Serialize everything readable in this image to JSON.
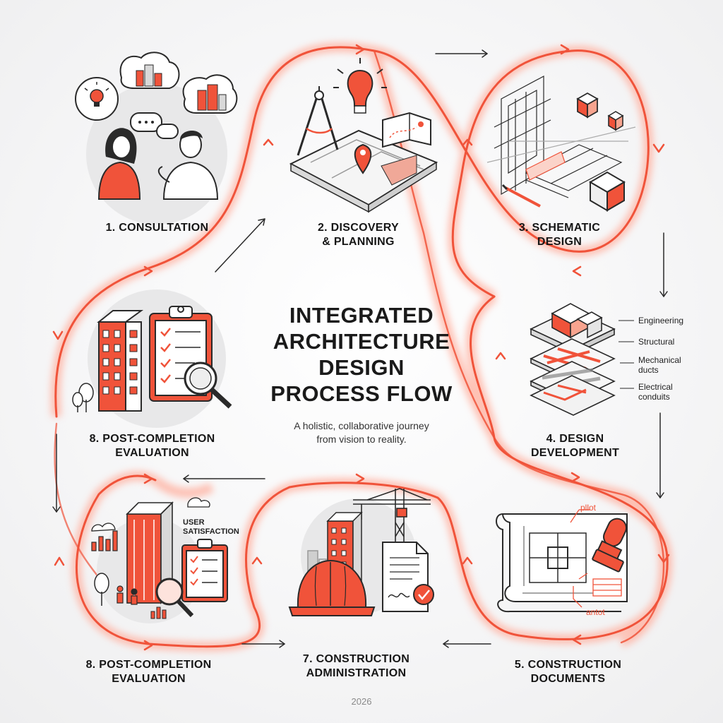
{
  "title": "INTEGRATED\nARCHITECTURE\nDESIGN\nPROCESS FLOW",
  "subtitle": "A holistic, collaborative journey\nfrom vision to reality.",
  "steps": [
    {
      "label": "1. CONSULTATION"
    },
    {
      "label": "2. DISCOVERY\n& PLANNING"
    },
    {
      "label": "3. SCHEMATIC\nDESIGN"
    },
    {
      "label": "4. DESIGN\nDEVELOPMENT"
    },
    {
      "label": "5. CONSTRUCTION\nDOCUMENTS"
    },
    {
      "label": "7. CONSTRUCTION\nADMINISTRATION"
    },
    {
      "label": "8. POST-COMPLETION\nEVALUATION"
    },
    {
      "label": "8. POST-COMPLETION\nEVALUATION"
    }
  ],
  "layer_labels": {
    "engineering": "Engineering",
    "structural": "Structural",
    "mechanical": "Mechanical\nducts",
    "electrical": "Electrical\nconduits"
  },
  "annotations": {
    "user_satisfaction": "USER\nSATISFACTION",
    "pilot": "pllot",
    "antot": "antot"
  },
  "footer_year": "2026",
  "colors": {
    "accent": "#f0533a",
    "accent_glow": "#ffb8a8",
    "line": "#2a2a2a",
    "circle_bg": "#e9e9ea"
  },
  "icons": [
    "lightbulb-icon",
    "city-icon",
    "chat-icon",
    "person-icon",
    "compass-icon",
    "map-pin-icon",
    "blueprint-icon",
    "cube-icon",
    "pencil-icon",
    "layer-stack-icon",
    "stamp-icon",
    "hard-hat-icon",
    "crane-icon",
    "document-check-icon",
    "clipboard-icon",
    "magnifier-icon",
    "bar-chart-icon",
    "building-icon",
    "tree-icon",
    "cloud-icon"
  ]
}
